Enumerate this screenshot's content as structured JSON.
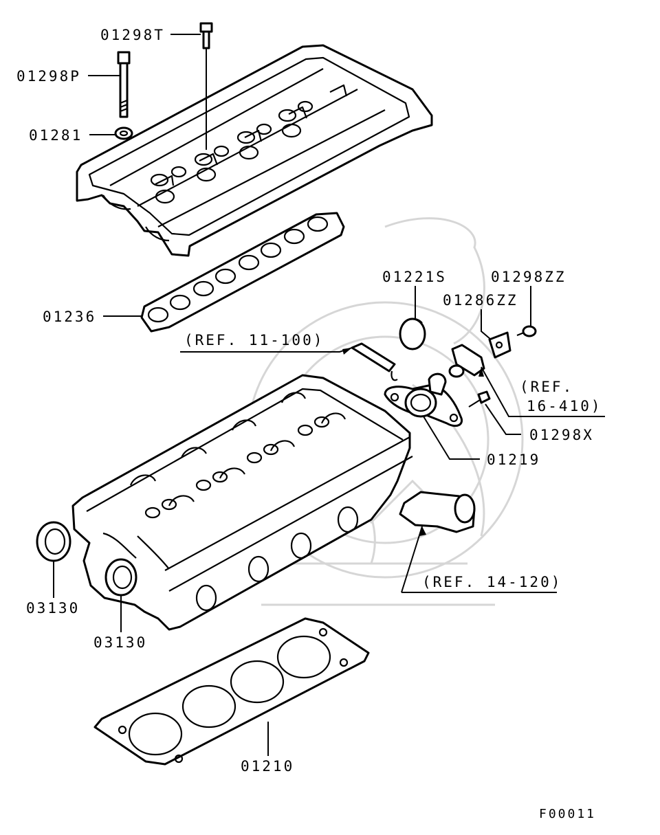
{
  "labels": {
    "p01298T": "01298T",
    "p01298P": "01298P",
    "p01281": "01281",
    "p01236": "01236",
    "p01221S": "01221S",
    "p01298ZZ": "01298ZZ",
    "p01286ZZ": "01286ZZ",
    "ref11": "(REF. 11-100)",
    "ref16a": "(REF.",
    "ref16b": "16-410)",
    "p01298X": "01298X",
    "p01219": "01219",
    "ref14": "(REF. 14-120)",
    "p03130a": "03130",
    "p03130b": "03130",
    "p01210": "01210",
    "figure_code": "F00011"
  },
  "colors": {
    "line": "#000000",
    "background": "#ffffff",
    "watermark": "#d6d6d6"
  }
}
